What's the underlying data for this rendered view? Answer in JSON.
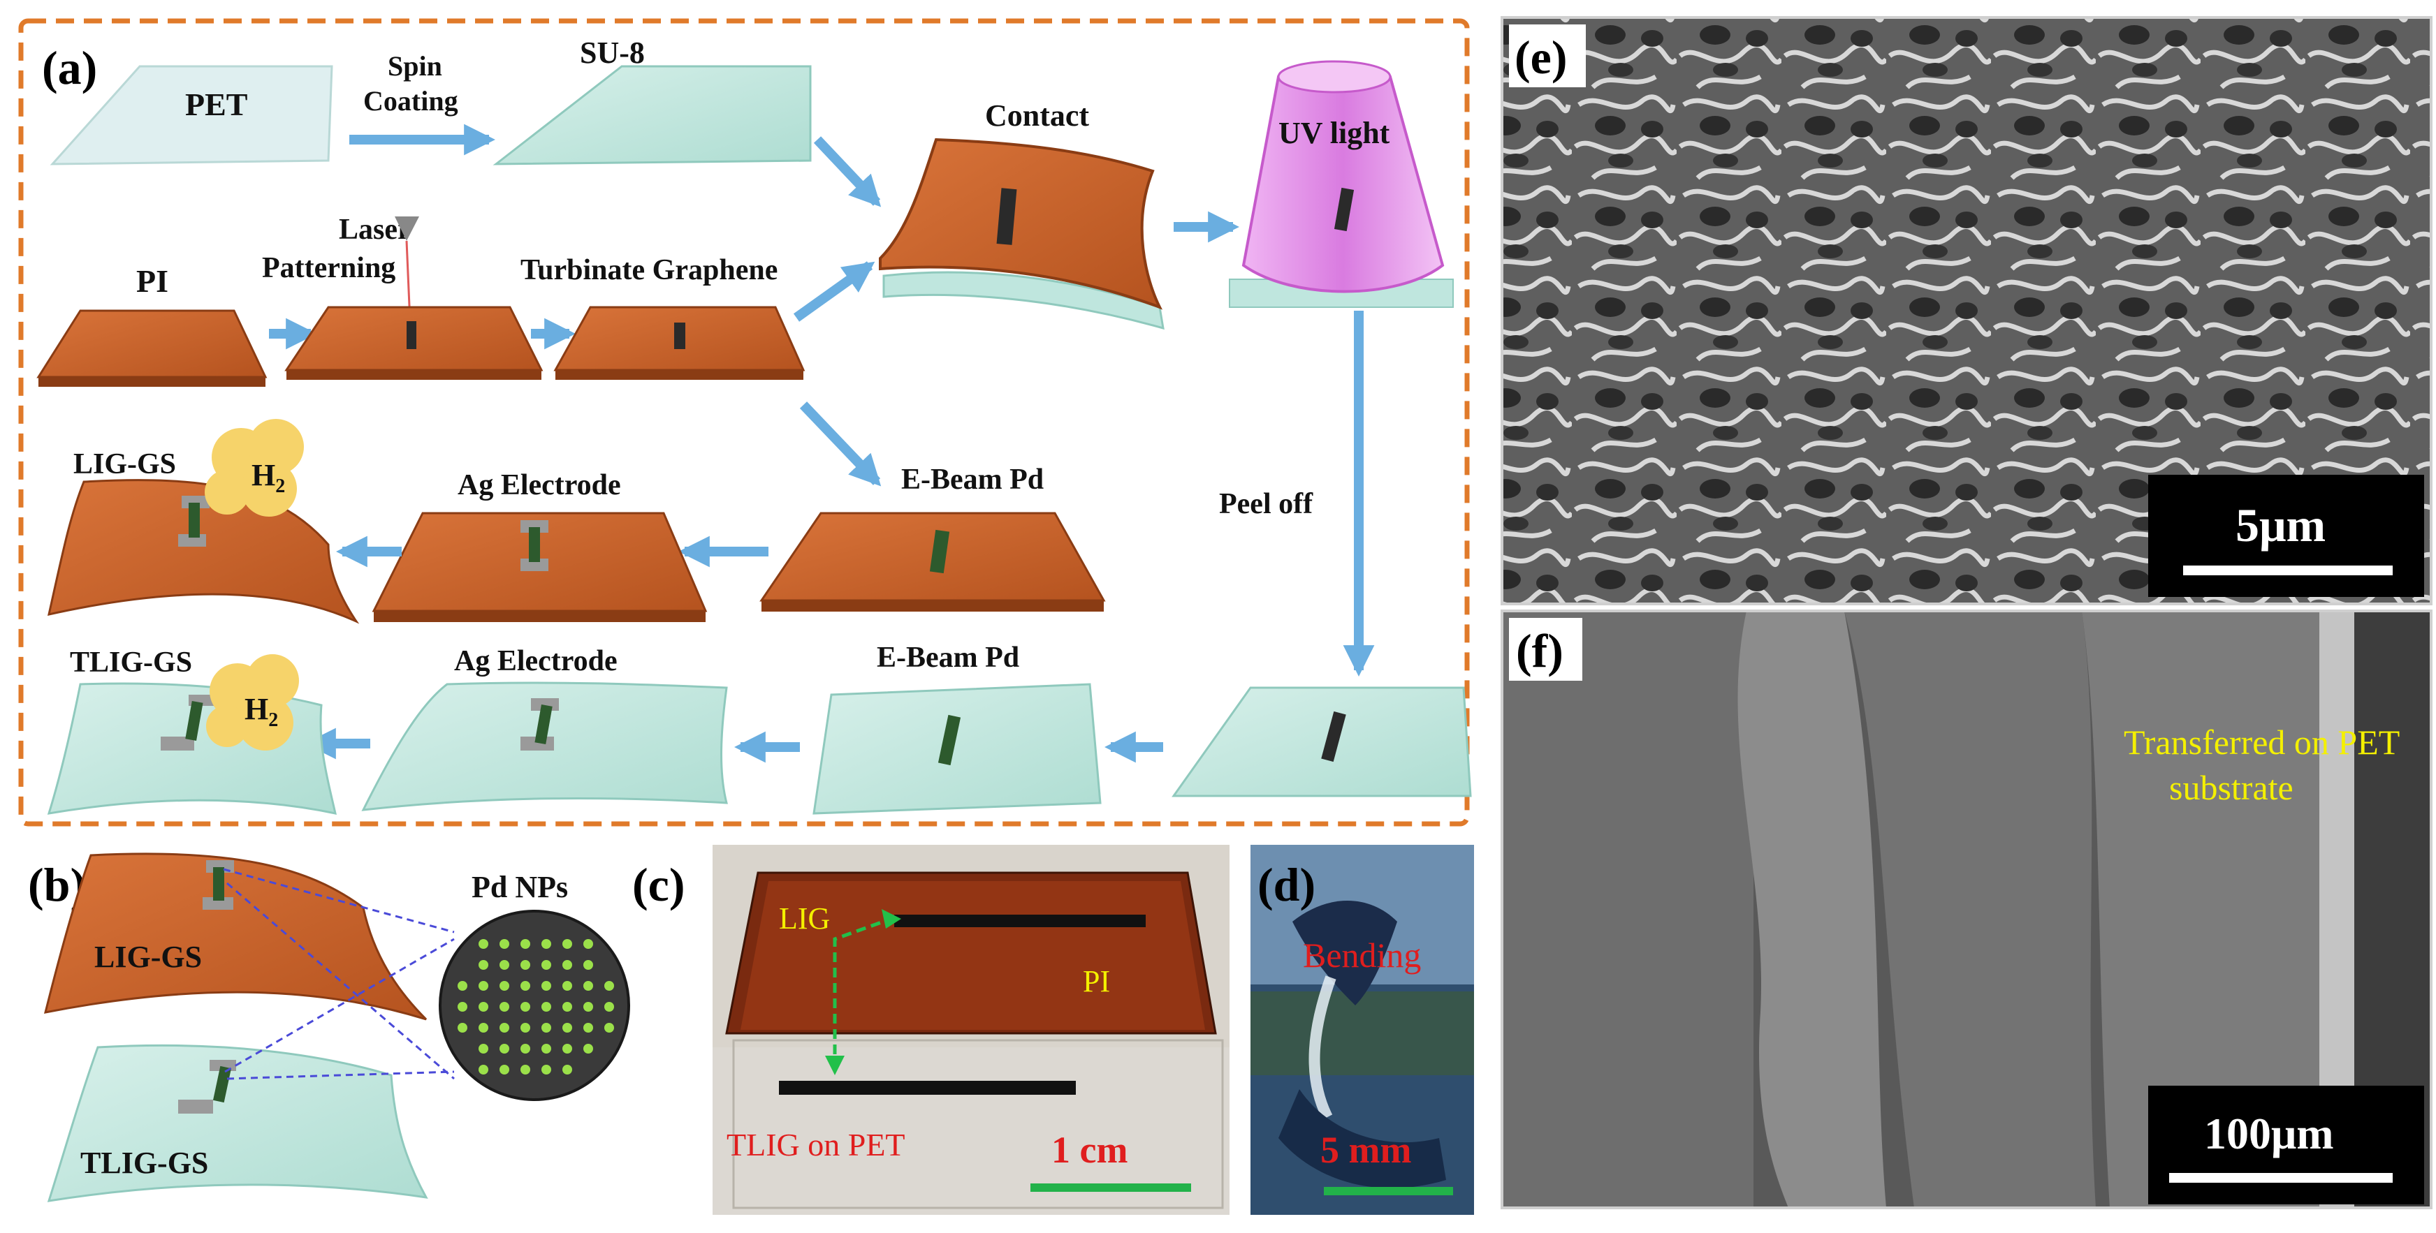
{
  "panel_a": {
    "letter": "(a)",
    "row1": {
      "pet": "PET",
      "spin_1": "Spin",
      "spin_2": "Coating",
      "su8": "SU-8",
      "contact": "Contact",
      "uv": "UV light"
    },
    "row2": {
      "pi": "PI",
      "laser_1": "Laser",
      "laser_2": "Patterning",
      "turbinate": "Turbinate  Graphene"
    },
    "row3": {
      "lig_gs": "LIG-GS",
      "h2_main": "H",
      "h2_sub": "2",
      "ag": "Ag Electrode",
      "ebeam": "E-Beam Pd",
      "peel": "Peel off"
    },
    "row4": {
      "tlig_gs": "TLIG-GS",
      "h2_main": "H",
      "h2_sub": "2",
      "ag": "Ag Electrode",
      "ebeam": "E-Beam Pd"
    }
  },
  "panel_b": {
    "letter": "(b)",
    "lig_gs": "LIG-GS",
    "tlig_gs": "TLIG-GS",
    "pd_nps": "Pd NPs"
  },
  "panel_c": {
    "letter": "(c)",
    "lig": "LIG",
    "pi": "PI",
    "tlig": "TLIG on PET",
    "scale": "1 cm"
  },
  "panel_d": {
    "letter": "(d)",
    "bending": "Bending",
    "scale": "5 mm"
  },
  "panel_e": {
    "letter": "(e)",
    "scale": "5μm"
  },
  "panel_f": {
    "letter": "(f)",
    "annot_1": "Transferred on PET",
    "annot_2": "substrate",
    "scale": "100μm"
  },
  "colors": {
    "pi_orange": "#c8622a",
    "pi_dark": "#8a3c14",
    "pet_cyan": "#bfe6de",
    "pet_edge": "#8fc9bd",
    "arrow": "#6aaee0",
    "dash_border": "#e07a2a",
    "uv_pink": "#d97be0",
    "h2_yellow": "#f6d36a",
    "np_green": "#9be04a",
    "sem_gray": "#6b6b6b",
    "scale_green": "#22b24a",
    "annot_yellow": "#f4f000",
    "red_label": "#e01e1e"
  }
}
